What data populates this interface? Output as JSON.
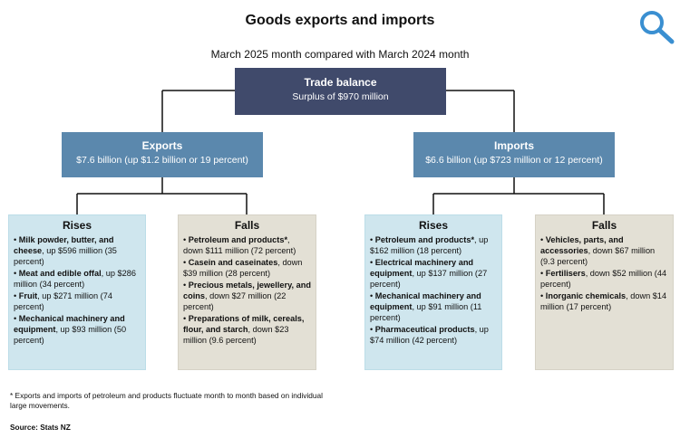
{
  "title": "Goods exports and imports",
  "subtitle": "March 2025 month compared with March 2024 month",
  "search_icon": "search-icon",
  "colors": {
    "trade": "#404a6b",
    "group": "#5b88ad",
    "rises": "#cfe6ee",
    "falls": "#e3e0d5",
    "search": "#3a8fd1"
  },
  "trade_balance": {
    "heading": "Trade balance",
    "detail": "Surplus of $970 million"
  },
  "exports": {
    "heading": "Exports",
    "detail": "$7.6 billion (up $1.2 billion or 19 percent)",
    "rises": {
      "heading": "Rises",
      "items": [
        {
          "name": "Milk powder, butter, and cheese",
          "text": ", up $596 million (35 percent)"
        },
        {
          "name": "Meat and edible offal",
          "text": ", up $286 million (34 percent)"
        },
        {
          "name": "Fruit",
          "text": ", up $271 million (74 percent)"
        },
        {
          "name": "Mechanical machinery and equipment",
          "text": ", up $93 million (50 percent)"
        }
      ]
    },
    "falls": {
      "heading": "Falls",
      "items": [
        {
          "name": "Petroleum and products*",
          "text": ", down $111 million (72 percent)"
        },
        {
          "name": "Casein and caseinates",
          "text": ", down $39 million (28 percent)"
        },
        {
          "name": "Precious metals, jewellery, and coins",
          "text": ", down $27 million (22 percent)"
        },
        {
          "name": "Preparations of milk, cereals, flour, and starch",
          "text": ", down $23 million (9.6 percent)"
        }
      ]
    }
  },
  "imports": {
    "heading": "Imports",
    "detail": "$6.6 billion (up $723 million or 12 percent)",
    "rises": {
      "heading": "Rises",
      "items": [
        {
          "name": "Petroleum and products*",
          "text": ", up $162 million (18 percent)"
        },
        {
          "name": "Electrical machinery and equipment",
          "text": ", up $137 million (27 percent)"
        },
        {
          "name": "Mechanical machinery and equipment",
          "text": ", up $91 million (11 percent)"
        },
        {
          "name": "Pharmaceutical products",
          "text": ", up $74 million (42 percent)"
        }
      ]
    },
    "falls": {
      "heading": "Falls",
      "items": [
        {
          "name": "Vehicles, parts, and accessories",
          "text": ", down $67 million (9.3 percent)"
        },
        {
          "name": "Fertilisers",
          "text": ", down $52 million (44 percent)"
        },
        {
          "name": "Inorganic chemicals",
          "text": ", down $14 million (17 percent)"
        }
      ]
    }
  },
  "footnote": "* Exports and imports of petroleum and products fluctuate month to month based on individual large movements.",
  "source": "Source: Stats NZ"
}
